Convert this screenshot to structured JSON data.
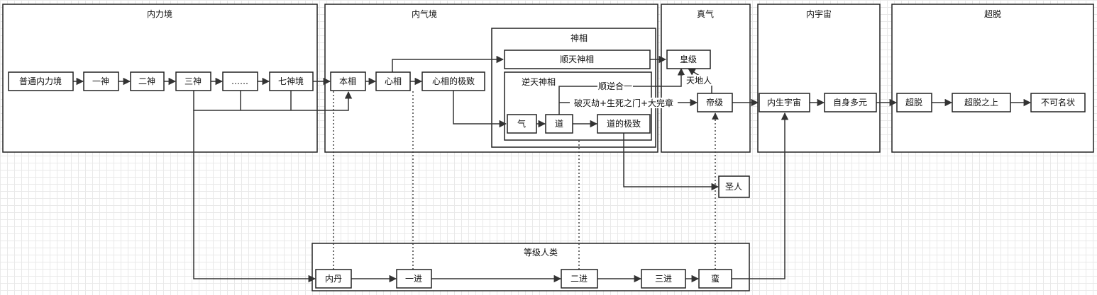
{
  "containers": {
    "neili": "内力境",
    "neiqi": "内气境",
    "shenxiang": "神相",
    "nitian_shenxiang": "逆天神相",
    "zhenqi": "真气",
    "neiyuzhou": "内宇宙",
    "chaotuo": "超脱",
    "dengji_renlei": "等级人类"
  },
  "nodes": {
    "putong": "普通内力境",
    "yishen": "一神",
    "ershen": "二神",
    "sanshen": "三神",
    "ellipsis": "……",
    "qishen": "七神境",
    "benxiang": "本相",
    "xinxiang": "心相",
    "xinxiang_jizhi": "心相的极致",
    "shuntian": "顺天神相",
    "qi": "气",
    "dao": "道",
    "dao_jizhi": "道的极致",
    "huangji": "皇级",
    "diji": "帝级",
    "shengren": "圣人",
    "neisheng_yuzhou": "内生宇宙",
    "zishen_duoyuan": "自身多元",
    "chaotuo_node": "超脱",
    "chaotuo_zhishang": "超脱之上",
    "buke_mingzhuang": "不可名状",
    "neidan": "内丹",
    "yijin": "一进",
    "erjin": "二进",
    "sanjin": "三进",
    "man": "蛮"
  },
  "edge_labels": {
    "shun_ni_heyi": "顺逆合一",
    "tiandiren": "天地人",
    "pomie": "破灭劫+生死之门+大完章"
  }
}
